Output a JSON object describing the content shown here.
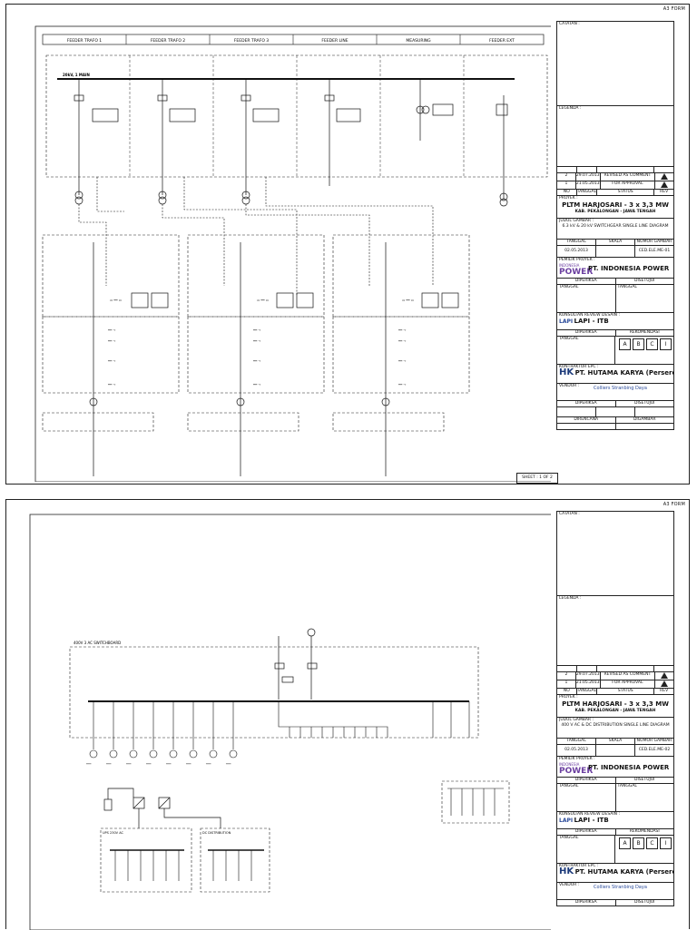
{
  "sheets": [
    {
      "form": "A3 FORM",
      "feeders": [
        "FEEDER TRAFO 1",
        "FEEDER TRAFO 2",
        "FEEDER TRAFO 3",
        "FEEDER LINE",
        "MEASURING",
        "FEEDER EXT"
      ],
      "sheet_no": "SHEET : 1 OF 2",
      "drawing_title": "6.3 kV & 20 kV SWITCHGEAR SINGLE LINE DIAGRAM",
      "drawing_no": "CED.ELE.ME-01",
      "busbar": "20kV, 1 MAIN"
    },
    {
      "form": "A3 FORM",
      "drawing_title": "400 V AC & DC DISTRIBUTION SINGLE LINE DIAGRAM",
      "drawing_no": "CED.ELE.ME-02",
      "mdp": "400V 3 AC SWITCHBOARD",
      "dc_label": "DC DISTRIBUTION",
      "ups_label": "UPS 230V AC"
    }
  ],
  "titleblock": {
    "catatan": "CATATAN :",
    "legenda": "LEGENDA :",
    "revisions": [
      {
        "no": "2",
        "date": "29.07.2013",
        "status": "REVISED AS COMMENT"
      },
      {
        "no": "1",
        "date": "21.05.2013",
        "status": "FOR APPROVAL"
      }
    ],
    "rev_head": {
      "no": "NO",
      "date": "TANGGAL",
      "status": "STATUS",
      "rev": "REV"
    },
    "proyek_label": "PROYEK :",
    "project": "PLTM HARJOSARI - 3 x 3,3 MW",
    "location": "KAB. PEKALONGAN - JAWA TENGAH",
    "judul_label": "JUDUL GAMBAR :",
    "tanggal": "TANGGAL",
    "skala": "SKALA",
    "nomor_gambar": "NOMOR GAMBAR",
    "date_value": "02.05.2013",
    "pemilik_label": "PEMILIK PROYEK :",
    "owner_logo": "POWER",
    "owner_logo_top": "INDONESIA",
    "owner": "PT. INDONESIA POWER",
    "diperiksa": "DIPERIKSA",
    "disetujui": "DISETUJUI",
    "konsultan_label": "KONSULTAN REVIEW DESAIN :",
    "consultant": "LAPI - ITB",
    "consultant_logo": "LAPI",
    "rekomendasi": "REKOMENDASI",
    "abc": [
      "A",
      "B",
      "C",
      "I"
    ],
    "kontraktor_label": "KONTRAKTOR EPC :",
    "contractor_logo": "HK",
    "contractor": "PT. HUTAMA KARYA (Persero)",
    "vendor_label": "VENDOR :",
    "vendor": "Colliers Stranbing Daya",
    "direncana": "DIRENCANA",
    "digambar": "DIGAMBAR"
  }
}
